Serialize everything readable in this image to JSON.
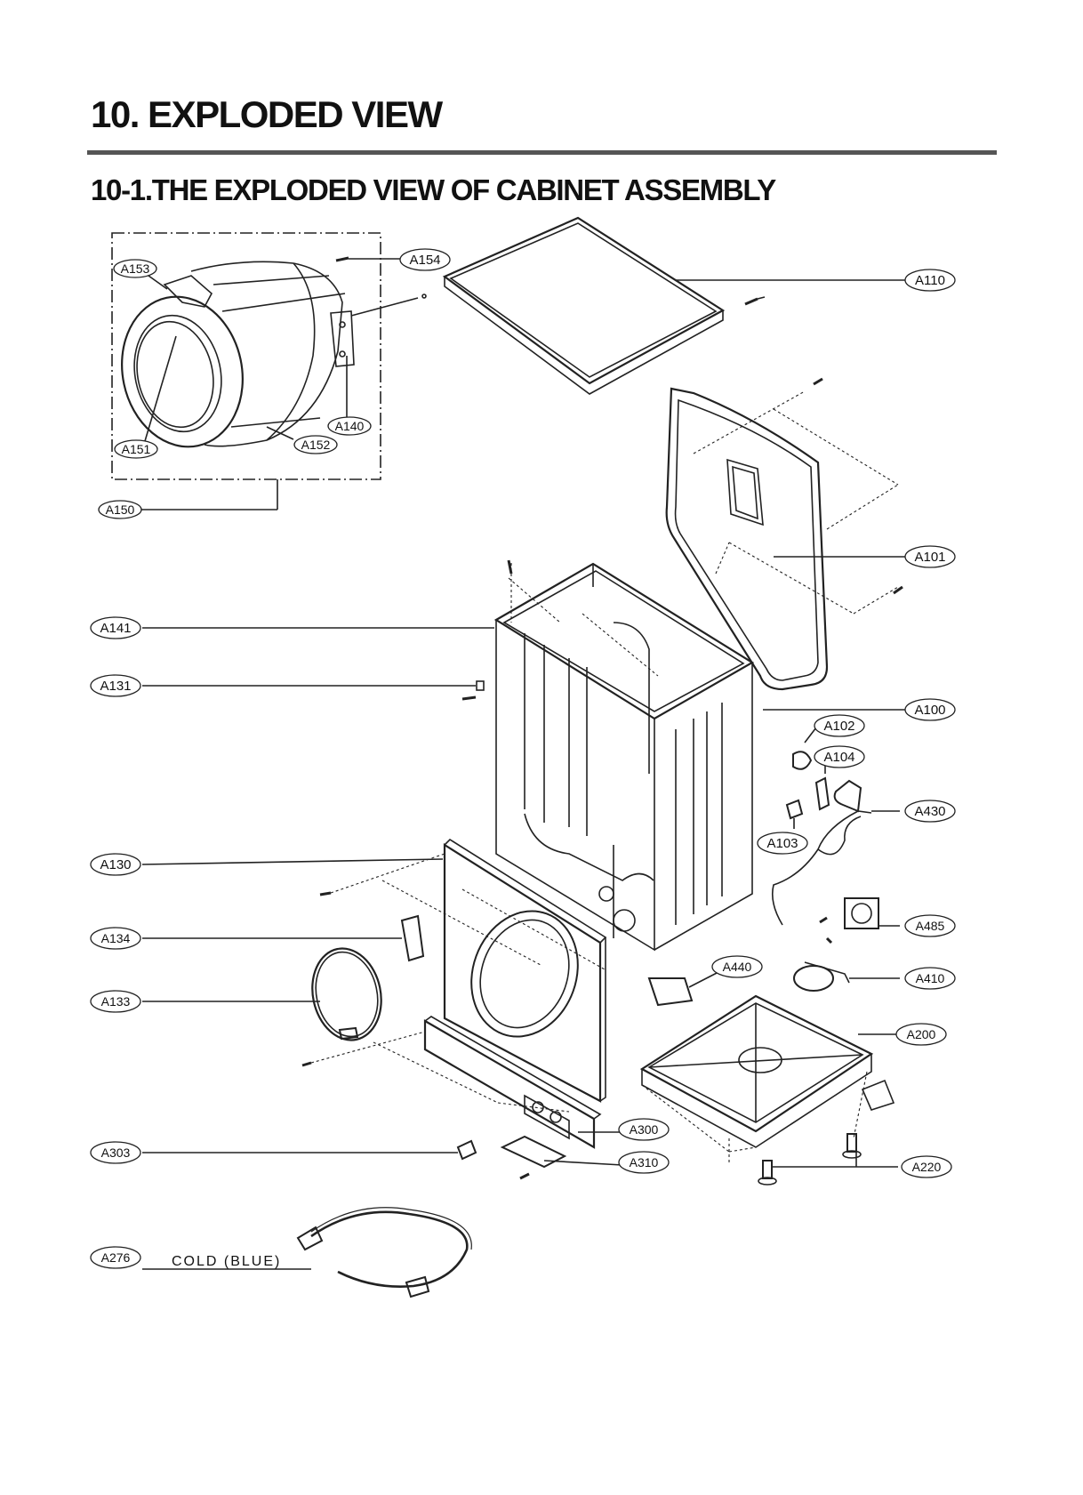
{
  "header": {
    "title": "10. EXPLODED VIEW",
    "subtitle": "10-1.THE EXPLODED VIEW OF CABINET ASSEMBLY"
  },
  "parts": {
    "A110": "A110",
    "A101": "A101",
    "A100": "A100",
    "A102": "A102",
    "A104": "A104",
    "A103": "A103",
    "A430": "A430",
    "A485": "A485",
    "A410": "A410",
    "A440": "A440",
    "A200": "A200",
    "A220": "A220",
    "A300": "A300",
    "A310": "A310",
    "A303": "A303",
    "A276": "A276",
    "A141": "A141",
    "A131": "A131",
    "A130": "A130",
    "A134": "A134",
    "A133": "A133",
    "A150": "A150",
    "A151": "A151",
    "A152": "A152",
    "A153": "A153",
    "A154": "A154",
    "A140": "A140"
  },
  "hose_note": "COLD (BLUE)"
}
